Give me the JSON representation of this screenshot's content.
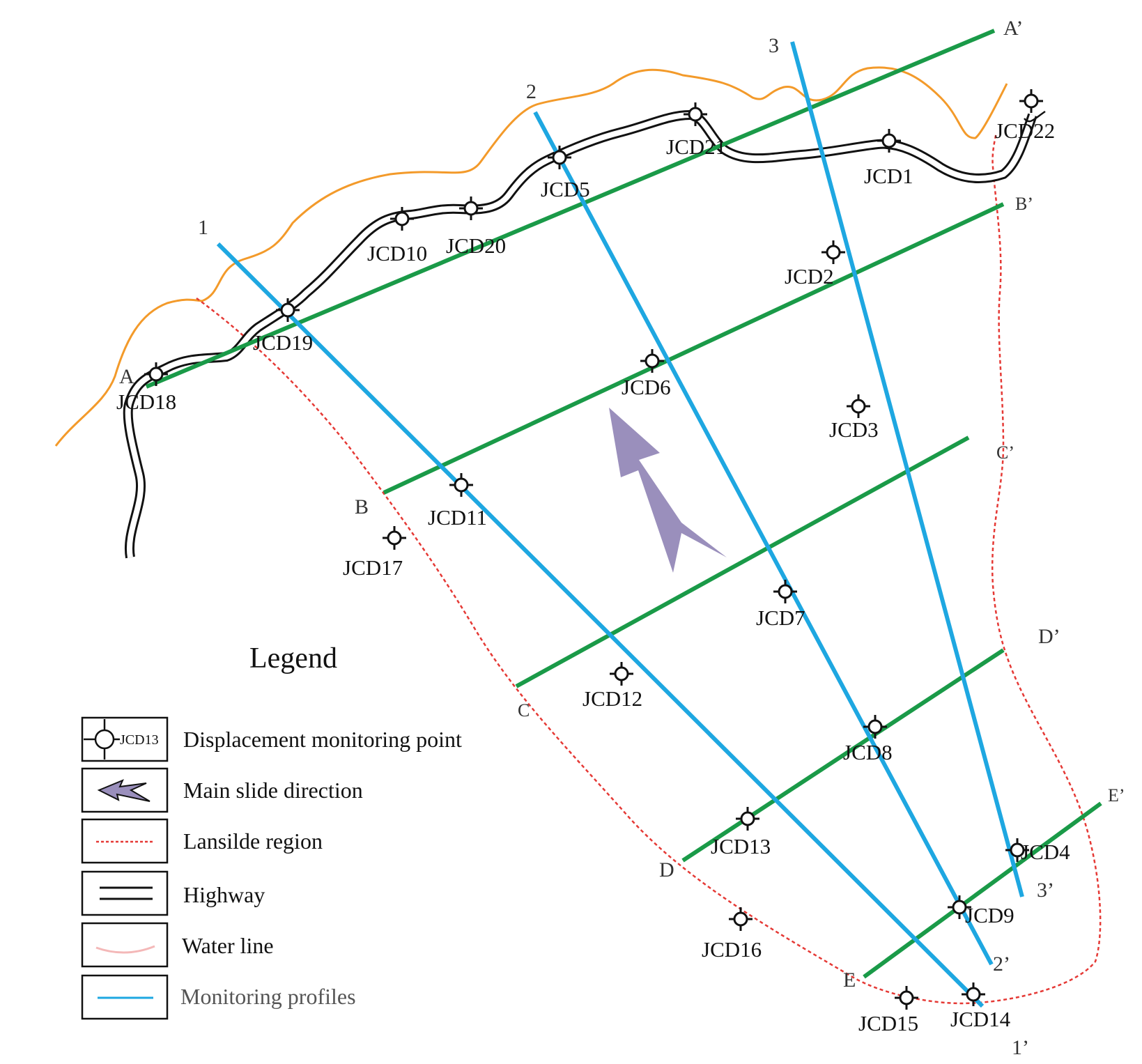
{
  "monitoring_points": [
    "JCD1",
    "JCD2",
    "JCD3",
    "JCD4",
    "JCD5",
    "JCD6",
    "JCD7",
    "JCD8",
    "JCD9",
    "JCD10",
    "JCD11",
    "JCD12",
    "JCD13",
    "JCD14",
    "JCD15",
    "JCD16",
    "JCD17",
    "JCD18",
    "JCD19",
    "JCD20",
    "JCD21",
    "JCD22"
  ],
  "profile_labels": {
    "p1_start": "1",
    "p1_end": "1’",
    "p2_start": "2",
    "p2_end": "2’",
    "p3_start": "3",
    "p3_end": "3’",
    "pa_start": "A",
    "pa_end": "A’",
    "pb_start": "B",
    "pb_end": "B’",
    "pc_start": "C",
    "pc_end": "C’",
    "pd_start": "D",
    "pd_end": "D’",
    "pe_start": "E",
    "pe_end": "E’"
  },
  "legend": {
    "title": "Legend",
    "symbol_text": "JCD13",
    "items": [
      "Displacement monitoring point",
      "Main slide direction",
      "Lansilde region",
      "Highway",
      "Water line",
      "Monitoring profiles"
    ]
  },
  "colors": {
    "water_line": "#f39a2a",
    "landslide_region": "#e53935",
    "profile_blue": "#1ea7e1",
    "profile_green": "#1a9a48",
    "slide_arrow": "#9a8fbc",
    "highway": "#111111",
    "legend_water_sample": "#f4b8b8"
  },
  "icons": {
    "monitoring_point": "crosshair-circle-icon",
    "slide_direction": "arrow-icon"
  }
}
